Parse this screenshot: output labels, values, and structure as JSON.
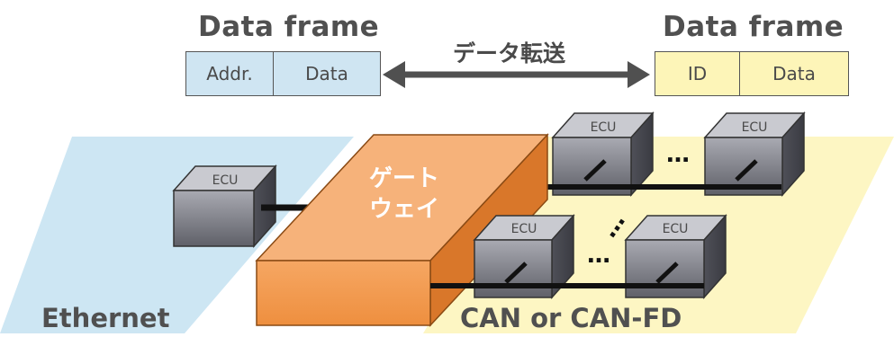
{
  "left_frame": {
    "title": "Data frame",
    "fields": [
      "Addr.",
      "Data"
    ]
  },
  "right_frame": {
    "title": "Data frame",
    "fields": [
      "ID",
      "Data"
    ]
  },
  "transfer_label": "データ転送",
  "gateway": {
    "line1": "ゲート",
    "line2": "ウェイ"
  },
  "ethernet": {
    "label": "Ethernet",
    "ecu_label": "ECU"
  },
  "can": {
    "label": "CAN or CAN-FD",
    "ecu_labels": [
      "ECU",
      "ECU",
      "ECU",
      "ECU"
    ],
    "ellipsis": "…"
  },
  "colors": {
    "ethernet_area": "#cde6f3",
    "can_area": "#fdf6c3",
    "gateway": "#f29a4e",
    "ecu_front": "#7b7c84",
    "bus": "#111111"
  }
}
